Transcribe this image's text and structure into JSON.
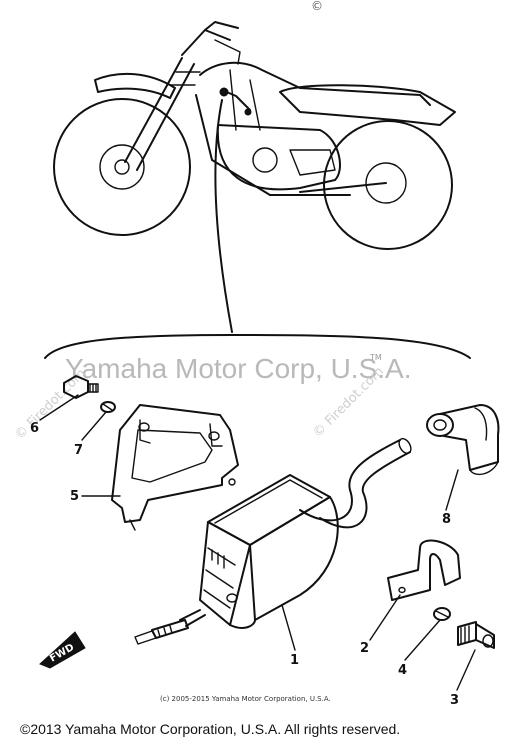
{
  "diagram": {
    "watermark_main": "Yamaha Motor Corp, U.S.A.",
    "watermark_tm": "TM",
    "watermark_side": "© Firedot.com",
    "top_logo_mark": "©",
    "fwd_label": "FWD",
    "small_copyright": "(c) 2005-2015 Yamaha Motor Corporation, U.S.A.",
    "footer_copyright": "©2013 Yamaha Motor Corporation, U.S.A. All rights reserved.",
    "callouts": {
      "c1": "1",
      "c2": "2",
      "c3": "3",
      "c4": "4",
      "c5": "5",
      "c6": "6",
      "c7": "7",
      "c8": "8"
    }
  }
}
